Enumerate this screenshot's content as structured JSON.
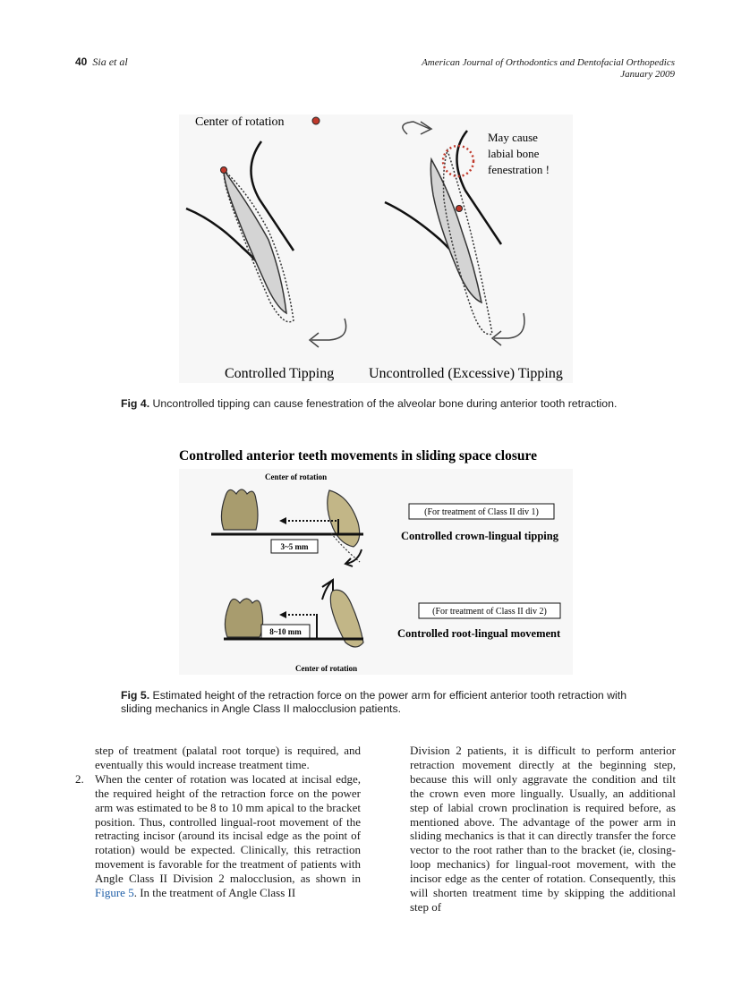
{
  "header": {
    "page_number": "40",
    "author": "Sia et al",
    "journal": "American Journal of Orthodontics and Dentofacial Orthopedics",
    "date": "January 2009"
  },
  "figure4": {
    "legend_text": "Center of rotation",
    "note_line1": "May cause",
    "note_line2": "labial bone",
    "note_line3": "fenestration !",
    "label_left": "Controlled Tipping",
    "label_right": "Uncontrolled (Excessive) Tipping",
    "caption_label": "Fig 4.",
    "caption_text": " Uncontrolled tipping can cause fenestration of the alveolar bone during anterior tooth retraction."
  },
  "figure5": {
    "title": "Controlled anterior teeth movements in sliding space closure",
    "center_top": "Center of rotation",
    "center_bottom": "Center of rotation",
    "measure_top": "3~5 mm",
    "measure_bottom": "8~10 mm",
    "box_top": "(For treatment of Class II div 1)",
    "box_bottom": "(For treatment of Class II div 2)",
    "label_top": "Controlled crown-lingual tipping",
    "label_bottom": "Controlled root-lingual movement",
    "caption_label": "Fig 5.",
    "caption_text": " Estimated height of the retraction force on the power arm for efficient anterior tooth retraction with sliding mechanics in Angle Class II malocclusion patients."
  },
  "body": {
    "left_p1": "step of treatment (palatal root torque) is required, and eventually this would increase treatment time.",
    "item2_number": "2.",
    "item2_text_a": "When the center of rotation was located at incisal edge, the required height of the retraction force on the power arm was estimated to be 8 to 10 mm apical to the bracket position. Thus, controlled lingual-root movement of the retracting incisor (around its incisal edge as the point of rotation) would be expected. Clinically, this retraction movement is favorable for the treatment of patients with Angle Class II Division 2 malocclusion, as shown in ",
    "item2_link": "Figure 5",
    "item2_text_b": ". In the treatment of Angle Class II",
    "right_p1": "Division 2 patients, it is difficult to perform anterior retraction movement directly at the beginning step, because this will only aggravate the condition and tilt the crown even more lingually. Usually, an additional step of labial crown proclination is required before, as mentioned above. The advantage of the power arm in sliding mechanics is that it can directly transfer the force vector to the root rather than to the bracket (ie, closing-loop mechanics) for lingual-root movement, with the incisor edge as the center of rotation. Consequently, this will shorten treatment time by skipping the additional step of"
  },
  "colors": {
    "figure_bg": "#f7f7f7",
    "tooth_fill": "#d4d4d4",
    "molar_fill": "#a89c6e",
    "incisor_fill": "#c2b687",
    "marker_red": "#c0392b",
    "link_blue": "#1f5fa8"
  }
}
